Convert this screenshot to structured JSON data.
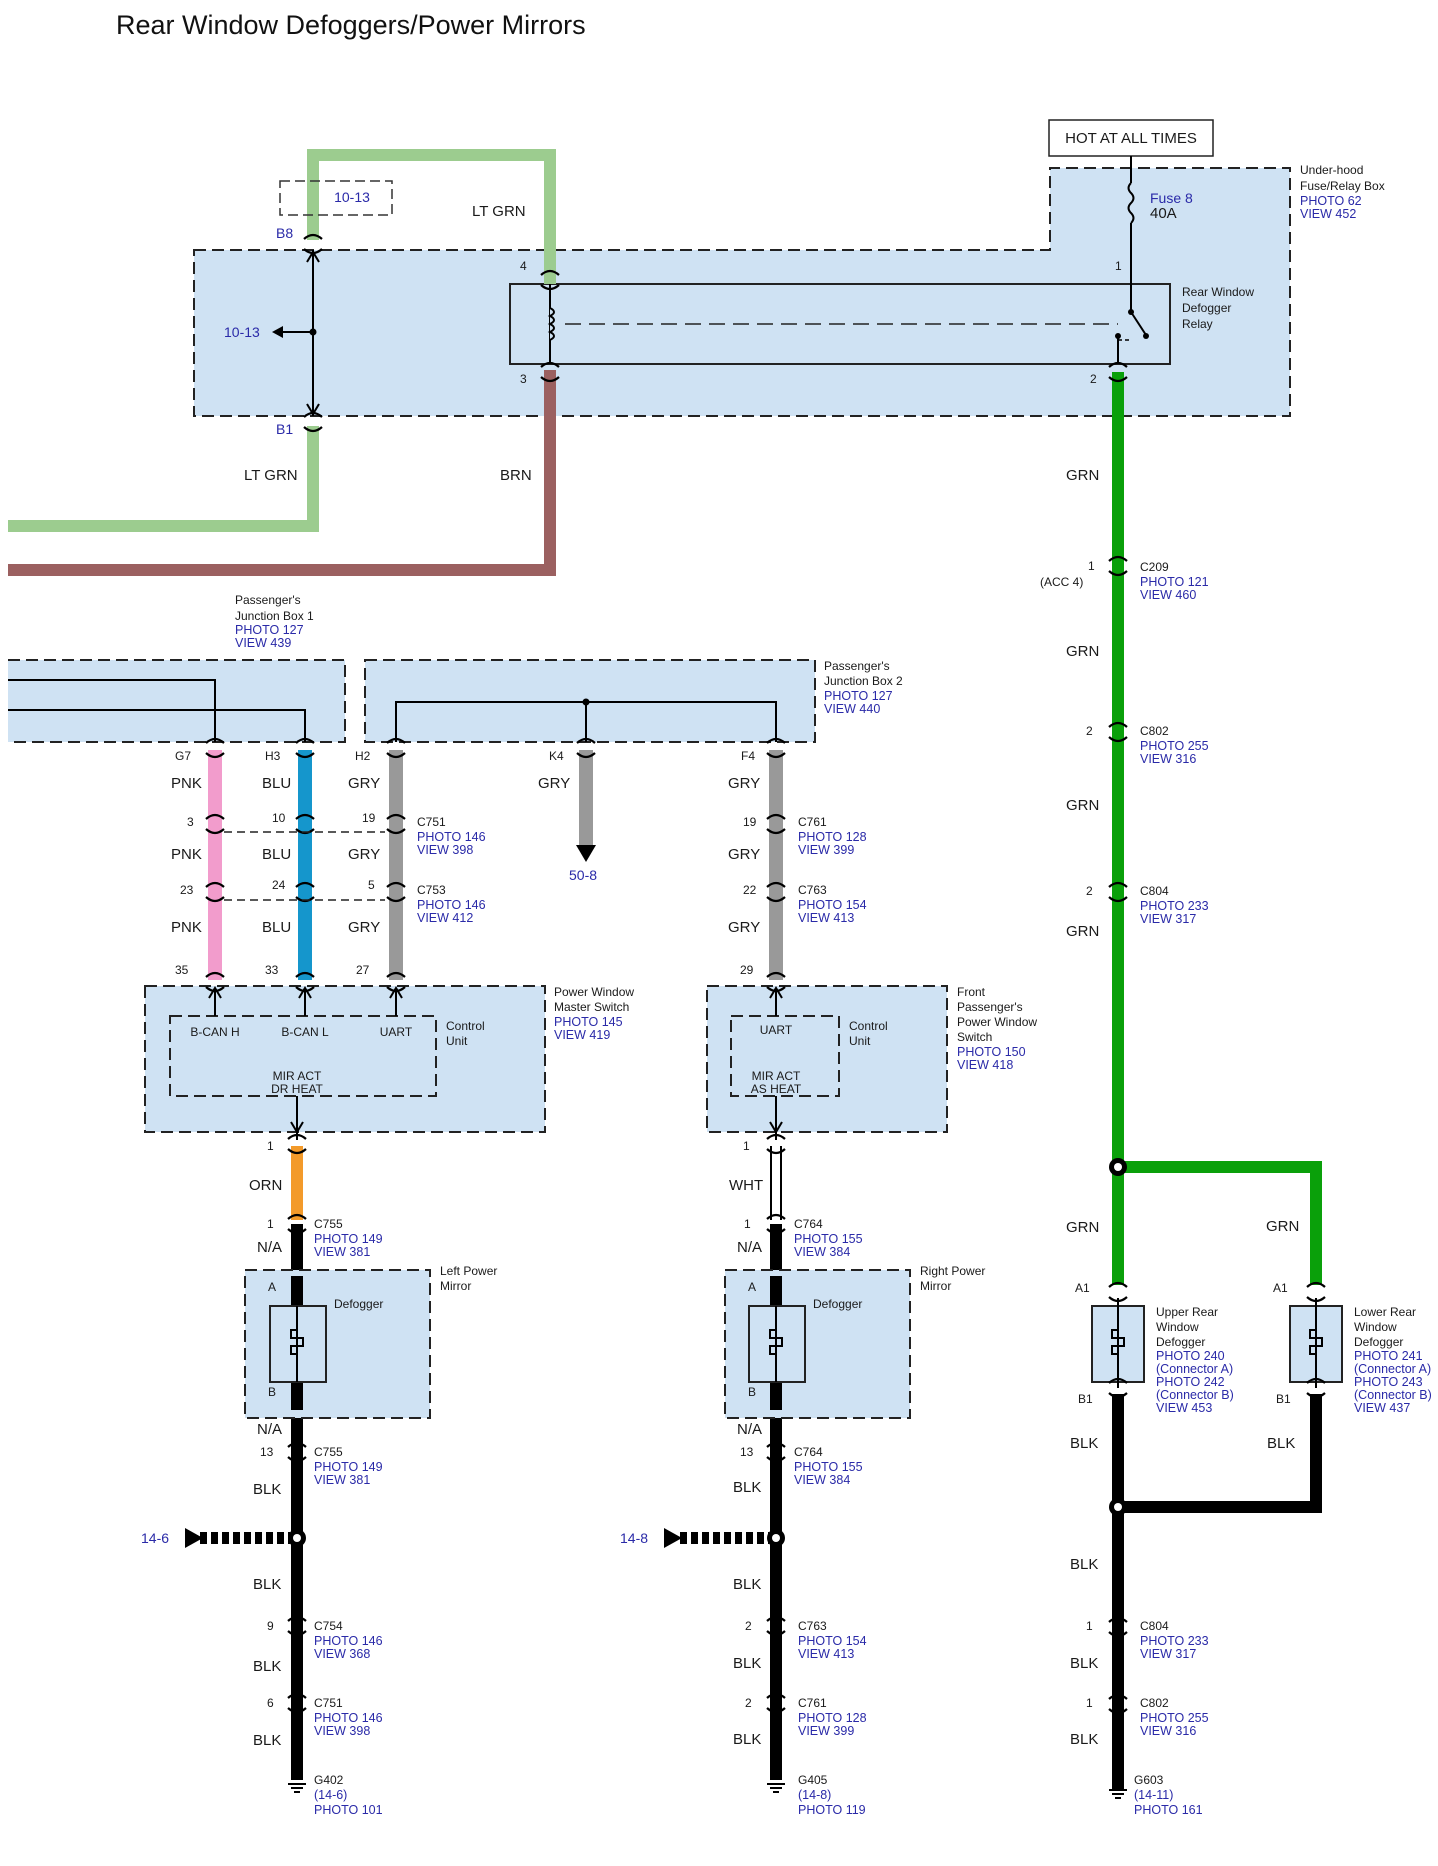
{
  "title": "Rear Window Defoggers/Power Mirrors",
  "colors": {
    "lt_grn": "#9ccc8f",
    "grn": "#0aa00a",
    "brn": "#9b6060",
    "pnk": "#f29ccc",
    "blu": "#1596cc",
    "gry": "#999999",
    "orn": "#f39a2a",
    "blk": "#000000",
    "box": "#cfe2f3"
  },
  "hot_label": "HOT AT ALL TIMES",
  "underhood": {
    "name1": "Under-hood",
    "name2": "Fuse/Relay Box",
    "photo": "PHOTO 62",
    "view": "VIEW 452",
    "fuse": "Fuse 8",
    "amp": "40A"
  },
  "relay": {
    "name1": "Rear Window",
    "name2": "Defogger",
    "name3": "Relay",
    "p1": "1",
    "p2": "2",
    "p3": "3",
    "p4": "4"
  },
  "top": {
    "ref1013a": "10-13",
    "ref1013b": "10-13",
    "b8": "B8",
    "b1": "B1",
    "ltgrn1": "LT GRN",
    "ltgrn2": "LT GRN",
    "brn": "BRN",
    "grn": "GRN"
  },
  "c209": {
    "pin": "1",
    "alt": "(ACC 4)",
    "name": "C209",
    "photo": "PHOTO 121",
    "view": "VIEW 460"
  },
  "c802a": {
    "pin": "2",
    "name": "C802",
    "photo": "PHOTO 255",
    "view": "VIEW 316"
  },
  "c804a": {
    "pin": "2",
    "name": "C804",
    "photo": "PHOTO 233",
    "view": "VIEW 317"
  },
  "pjb1": {
    "name1": "Passenger's",
    "name2": "Junction Box 1",
    "photo": "PHOTO 127",
    "view": "VIEW 439"
  },
  "pjb2": {
    "name1": "Passenger's",
    "name2": "Junction Box 2",
    "photo": "PHOTO 127",
    "view": "VIEW 440"
  },
  "pins": {
    "g7": "G7",
    "h3": "H3",
    "h2": "H2",
    "k4": "K4",
    "f4": "F4"
  },
  "wires": {
    "pnk": "PNK",
    "blu": "BLU",
    "gry": "GRY",
    "orn": "ORN",
    "wht": "WHT",
    "blk": "BLK",
    "na": "N/A",
    "grn": "GRN"
  },
  "c751": {
    "p3": "3",
    "p10": "10",
    "p19": "19",
    "name": "C751",
    "photo": "PHOTO 146",
    "view": "VIEW 398"
  },
  "c753": {
    "p23": "23",
    "p24": "24",
    "p5": "5",
    "name": "C753",
    "photo": "PHOTO 146",
    "view": "VIEW 412"
  },
  "ref508": "50-8",
  "c761": {
    "pin": "19",
    "name": "C761",
    "photo": "PHOTO 128",
    "view": "VIEW 399"
  },
  "c763": {
    "pin": "22",
    "name": "C763",
    "photo": "PHOTO 154",
    "view": "VIEW 413"
  },
  "pwms": {
    "p35": "35",
    "p33": "33",
    "p27": "27",
    "name1": "Power Window",
    "name2": "Master Switch",
    "photo": "PHOTO 145",
    "view": "VIEW 419",
    "cu1": "Control",
    "cu2": "Unit",
    "bcanh": "B-CAN H",
    "bcanl": "B-CAN L",
    "uart": "UART",
    "mir1": "MIR ACT",
    "mir2": "DR HEAT"
  },
  "fppws": {
    "p29": "29",
    "name1": "Front",
    "name2": "Passenger's",
    "name3": "Power Window",
    "name4": "Switch",
    "photo": "PHOTO 150",
    "view": "VIEW 418",
    "cu1": "Control",
    "cu2": "Unit",
    "uart": "UART",
    "mir1": "MIR ACT",
    "mir2": "AS HEAT"
  },
  "left": {
    "p1": "1",
    "c755a_pin": "1",
    "c755": "C755",
    "photo149": "PHOTO 149",
    "view381": "VIEW 381",
    "mirror1": "Left Power",
    "mirror2": "Mirror",
    "defog": "Defogger",
    "a": "A",
    "b": "B",
    "c755b_pin": "13",
    "ref": "14-6",
    "c754_pin": "9",
    "c754": "C754",
    "photo146": "PHOTO 146",
    "view368": "VIEW 368",
    "c751_pin": "6",
    "c751": "C751",
    "view398": "VIEW 398",
    "g": "G402",
    "gref": "(14-6)",
    "gphoto": "PHOTO 101"
  },
  "right": {
    "p1": "1",
    "c764a_pin": "1",
    "c764": "C764",
    "photo155": "PHOTO 155",
    "view384": "VIEW 384",
    "mirror1": "Right Power",
    "mirror2": "Mirror",
    "defog": "Defogger",
    "a": "A",
    "b": "B",
    "c764b_pin": "13",
    "ref": "14-8",
    "c763_pin": "2",
    "c763": "C763",
    "photo154": "PHOTO 154",
    "view413": "VIEW 413",
    "c761_pin": "2",
    "c761": "C761",
    "photo128": "PHOTO 128",
    "view399": "VIEW 399",
    "g": "G405",
    "gref": "(14-8)",
    "gphoto": "PHOTO 119"
  },
  "upper": {
    "a1": "A1",
    "b1": "B1",
    "n1": "Upper Rear",
    "n2": "Window",
    "n3": "Defogger",
    "ph1": "PHOTO 240",
    "ca": "(Connector A)",
    "ph2": "PHOTO 242",
    "cb": "(Connector B)",
    "view": "VIEW 453"
  },
  "lower": {
    "a1": "A1",
    "b1": "B1",
    "n1": "Lower Rear",
    "n2": "Window",
    "n3": "Defogger",
    "ph1": "PHOTO 241",
    "ca": "(Connector A)",
    "ph2": "PHOTO 243",
    "cb": "(Connector B)",
    "view": "VIEW 437"
  },
  "c804b": {
    "pin": "1",
    "name": "C804",
    "photo": "PHOTO 233",
    "view": "VIEW 317"
  },
  "c802b": {
    "pin": "1",
    "name": "C802",
    "photo": "PHOTO 255",
    "view": "VIEW 316"
  },
  "g603": {
    "g": "G603",
    "gref": "(14-11)",
    "gphoto": "PHOTO 161"
  }
}
